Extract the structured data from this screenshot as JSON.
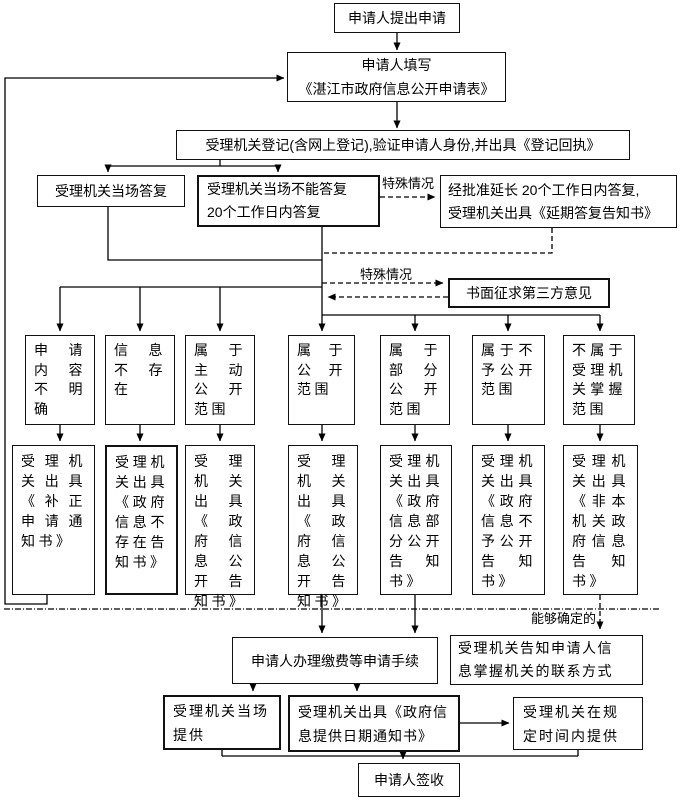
{
  "colors": {
    "line": "#000000",
    "background": "#ffffff",
    "text": "#000000"
  },
  "nodes": {
    "apply": "申请人提出申请",
    "fill_form": [
      "申请人填写",
      "《湛江市政府信息公开申请表》"
    ],
    "register": "受理机关登记(含网上登记),验证申请人身份,并出具《登记回执》",
    "onsite_reply": "受理机关当场答复",
    "cannot_reply": [
      "受理机关当场不能答复",
      "20个工作日内答复"
    ],
    "extended_reply": [
      "经批准延长 20个工作日内答复,",
      "受理机关出具《延期答复告知书》"
    ],
    "third_party": "书面征求第三方意见",
    "cond_unclear": "申请内容不明确",
    "cond_not_exist": "信息不存在",
    "cond_proactive": "属于主动公开范围",
    "cond_public": "属于公开范围",
    "cond_partial": "属于部分公开范围",
    "cond_no_public": "属于不予公开范围",
    "cond_not_held": "不属于受理机关掌握范围",
    "notice_supplement": "受理机关出具《补正申请通知书》",
    "notice_not_exist": "受理机关出具《政府信息不存在告知书》",
    "notice_public_1": "受理机关出具《政府信息公开告知书》",
    "notice_public_2": "受理机关出具《政府信息公开告知书》",
    "notice_partial": "受理机关出具《政府信息部分公开告知书》",
    "notice_no_public": "受理机关出具《政府信息不予公开告知书》",
    "notice_not_held": "受理机关出具《非本机关政府信息告知书》",
    "pay_fees": "申请人办理缴费等申请手续",
    "inform_contact": [
      "受理机关告知申请人信",
      "息掌握机关的联系方式"
    ],
    "provide_onsite": [
      "受理机关当场",
      "提供"
    ],
    "provide_date_notice": [
      "受理机关出具《政府信",
      "息提供日期通知书》"
    ],
    "provide_within_time": [
      "受理机关在规",
      "定时间内提供"
    ],
    "sign_receipt": "申请人签收"
  },
  "labels": {
    "special_case_extend": "特殊情况",
    "special_case_third_party": "特殊情况",
    "can_determine": "能够确定的"
  }
}
